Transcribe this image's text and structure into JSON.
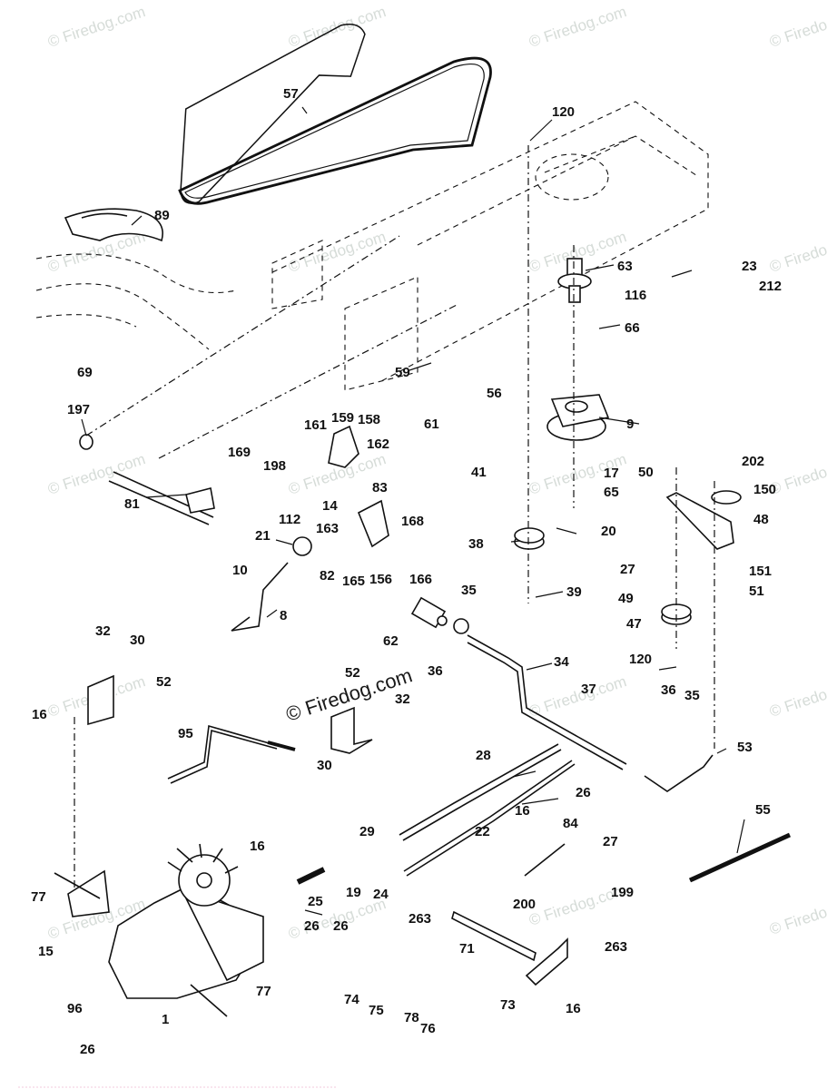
{
  "watermark": {
    "text": "© Firedog.com",
    "color": "#d6dcd8"
  },
  "callouts": [
    {
      "id": "57",
      "text": "57"
    },
    {
      "id": "120a",
      "text": "120"
    },
    {
      "id": "89",
      "text": "89"
    },
    {
      "id": "63",
      "text": "63"
    },
    {
      "id": "23",
      "text": "23"
    },
    {
      "id": "116",
      "text": "116"
    },
    {
      "id": "212",
      "text": "212"
    },
    {
      "id": "66",
      "text": "66"
    },
    {
      "id": "69",
      "text": "69"
    },
    {
      "id": "59",
      "text": "59"
    },
    {
      "id": "56",
      "text": "56"
    },
    {
      "id": "61",
      "text": "61"
    },
    {
      "id": "9",
      "text": "9"
    },
    {
      "id": "197",
      "text": "197"
    },
    {
      "id": "161",
      "text": "161"
    },
    {
      "id": "159",
      "text": "159"
    },
    {
      "id": "158",
      "text": "158"
    },
    {
      "id": "169",
      "text": "169"
    },
    {
      "id": "162",
      "text": "162"
    },
    {
      "id": "198",
      "text": "198"
    },
    {
      "id": "41",
      "text": "41"
    },
    {
      "id": "17",
      "text": "17"
    },
    {
      "id": "50",
      "text": "50"
    },
    {
      "id": "202",
      "text": "202"
    },
    {
      "id": "81",
      "text": "81"
    },
    {
      "id": "14",
      "text": "14"
    },
    {
      "id": "83",
      "text": "83"
    },
    {
      "id": "112",
      "text": "112"
    },
    {
      "id": "65",
      "text": "65"
    },
    {
      "id": "150",
      "text": "150"
    },
    {
      "id": "163",
      "text": "163"
    },
    {
      "id": "168",
      "text": "168"
    },
    {
      "id": "48",
      "text": "48"
    },
    {
      "id": "20",
      "text": "20"
    },
    {
      "id": "21",
      "text": "21"
    },
    {
      "id": "38",
      "text": "38"
    },
    {
      "id": "82",
      "text": "82"
    },
    {
      "id": "165",
      "text": "165"
    },
    {
      "id": "156",
      "text": "156"
    },
    {
      "id": "166",
      "text": "166"
    },
    {
      "id": "27a",
      "text": "27"
    },
    {
      "id": "151",
      "text": "151"
    },
    {
      "id": "10",
      "text": "10"
    },
    {
      "id": "39",
      "text": "39"
    },
    {
      "id": "49",
      "text": "49"
    },
    {
      "id": "51",
      "text": "51"
    },
    {
      "id": "8",
      "text": "8"
    },
    {
      "id": "35a",
      "text": "35"
    },
    {
      "id": "47",
      "text": "47"
    },
    {
      "id": "62",
      "text": "62"
    },
    {
      "id": "36a",
      "text": "36"
    },
    {
      "id": "120b",
      "text": "120"
    },
    {
      "id": "32a",
      "text": "32"
    },
    {
      "id": "30a",
      "text": "30"
    },
    {
      "id": "34",
      "text": "34"
    },
    {
      "id": "52a",
      "text": "52"
    },
    {
      "id": "52b",
      "text": "52"
    },
    {
      "id": "37",
      "text": "37"
    },
    {
      "id": "16a",
      "text": "16"
    },
    {
      "id": "32b",
      "text": "32"
    },
    {
      "id": "36b",
      "text": "36"
    },
    {
      "id": "35b",
      "text": "35"
    },
    {
      "id": "95",
      "text": "95"
    },
    {
      "id": "30b",
      "text": "30"
    },
    {
      "id": "53",
      "text": "53"
    },
    {
      "id": "28",
      "text": "28"
    },
    {
      "id": "26a",
      "text": "26"
    },
    {
      "id": "16b",
      "text": "16"
    },
    {
      "id": "55",
      "text": "55"
    },
    {
      "id": "84",
      "text": "84"
    },
    {
      "id": "29",
      "text": "29"
    },
    {
      "id": "22",
      "text": "22"
    },
    {
      "id": "27b",
      "text": "27"
    },
    {
      "id": "16c",
      "text": "16"
    },
    {
      "id": "77a",
      "text": "77"
    },
    {
      "id": "25",
      "text": "25"
    },
    {
      "id": "19",
      "text": "19"
    },
    {
      "id": "24",
      "text": "24"
    },
    {
      "id": "199",
      "text": "199"
    },
    {
      "id": "26b",
      "text": "26"
    },
    {
      "id": "26c",
      "text": "26"
    },
    {
      "id": "200",
      "text": "200"
    },
    {
      "id": "15",
      "text": "15"
    },
    {
      "id": "263a",
      "text": "263"
    },
    {
      "id": "71",
      "text": "71"
    },
    {
      "id": "263b",
      "text": "263"
    },
    {
      "id": "77b",
      "text": "77"
    },
    {
      "id": "74",
      "text": "74"
    },
    {
      "id": "75",
      "text": "75"
    },
    {
      "id": "96",
      "text": "96"
    },
    {
      "id": "78",
      "text": "78"
    },
    {
      "id": "73",
      "text": "73"
    },
    {
      "id": "16d",
      "text": "16"
    },
    {
      "id": "1",
      "text": "1"
    },
    {
      "id": "76",
      "text": "76"
    },
    {
      "id": "26d",
      "text": "26"
    }
  ]
}
